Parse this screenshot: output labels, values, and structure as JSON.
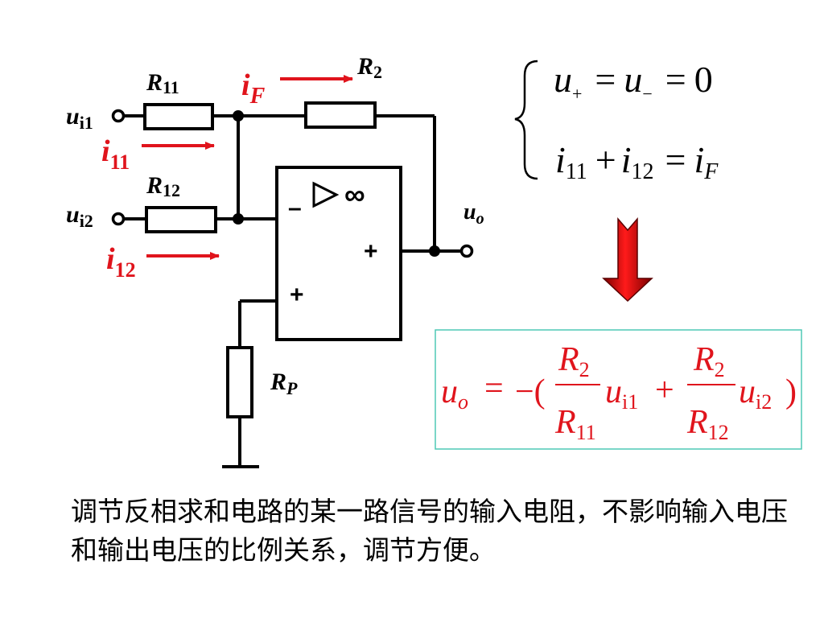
{
  "circuit": {
    "labels": {
      "ui1": {
        "main": "u",
        "sub": "i1"
      },
      "ui2": {
        "main": "u",
        "sub": "i2"
      },
      "R11": {
        "main": "R",
        "sub": "11"
      },
      "R12": {
        "main": "R",
        "sub": "12"
      },
      "R2": {
        "main": "R",
        "sub": "2"
      },
      "RP": {
        "main": "R",
        "sub": "P"
      },
      "uo": {
        "main": "u",
        "sub": "o"
      },
      "iF": {
        "main": "i",
        "sub": "F"
      },
      "i11": {
        "main": "i",
        "sub": "11"
      },
      "i12": {
        "main": "i",
        "sub": "12"
      }
    },
    "opamp": {
      "minus": "–",
      "infinity": "∞",
      "plus_out": "+",
      "plus_in": "+"
    },
    "colors": {
      "wire": "#000000",
      "current": "#e0141c"
    }
  },
  "equations": {
    "eq1": {
      "u": "u",
      "plus": "+",
      "eq": "=",
      "minus_sub": "−",
      "zero": "0"
    },
    "eq2": {
      "i": "i",
      "s11": "11",
      "plus": "+",
      "s12": "12",
      "eq": "=",
      "sF": "F"
    }
  },
  "result": {
    "lhs": "u",
    "lhs_sub": "o",
    "eq": "=",
    "neg": "−(",
    "num1": "R",
    "num1_sub": "2",
    "den1": "R",
    "den1_sub": "11",
    "u1": "u",
    "u1_sub": "i1",
    "plus": "+",
    "num2": "R",
    "num2_sub": "2",
    "den2": "R",
    "den2_sub": "12",
    "u2": "u",
    "u2_sub": "i2",
    "close": ")",
    "colors": {
      "text": "#e0141c",
      "border": "#4fc9b5"
    }
  },
  "caption": "调节反相求和电路的某一路信号的输入电阻，不影响输入电压和输出电压的比例关系，调节方便。"
}
